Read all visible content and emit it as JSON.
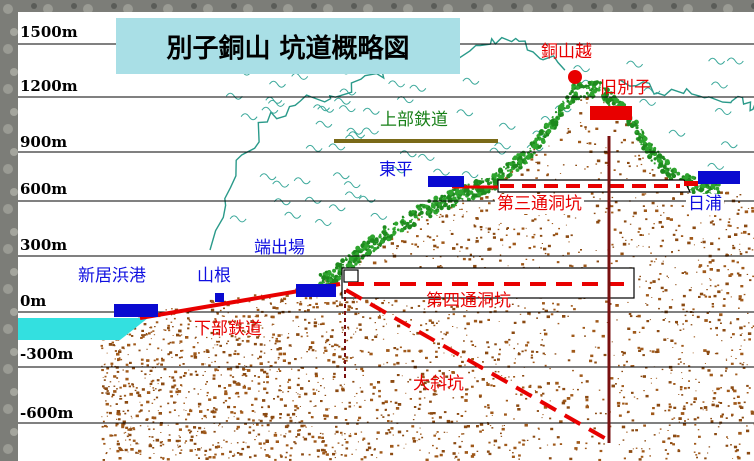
{
  "title": "別子銅山 坑道概略図",
  "elevations": [
    "1500m",
    "1200m",
    "900m",
    "600m",
    "300m",
    "0m",
    "-300m",
    "-600m"
  ],
  "places": {
    "niihama_port": "新居浜港",
    "yamane": "山根",
    "hashide": "端出場",
    "tohira": "東平",
    "hinoura": "日浦",
    "dozan_goe": "銅山越",
    "kyu_besshi": "旧別子"
  },
  "routes": {
    "upper_railway": "上部鉄道",
    "lower_railway": "下部鉄道",
    "third_tunnel": "第三通洞坑",
    "fourth_tunnel": "第四通洞坑",
    "great_incline": "大斜坑"
  },
  "colors": {
    "mountain_green": "#1e8a1e",
    "rock_brown": "#8b4a12",
    "sea": "#33e0e0",
    "railway_red": "#e80000",
    "upper_railway": "#7a6a18",
    "station_blue": "#0a0ad0",
    "shaft": "#7a1010",
    "title_bg": "#a9dfe6"
  }
}
